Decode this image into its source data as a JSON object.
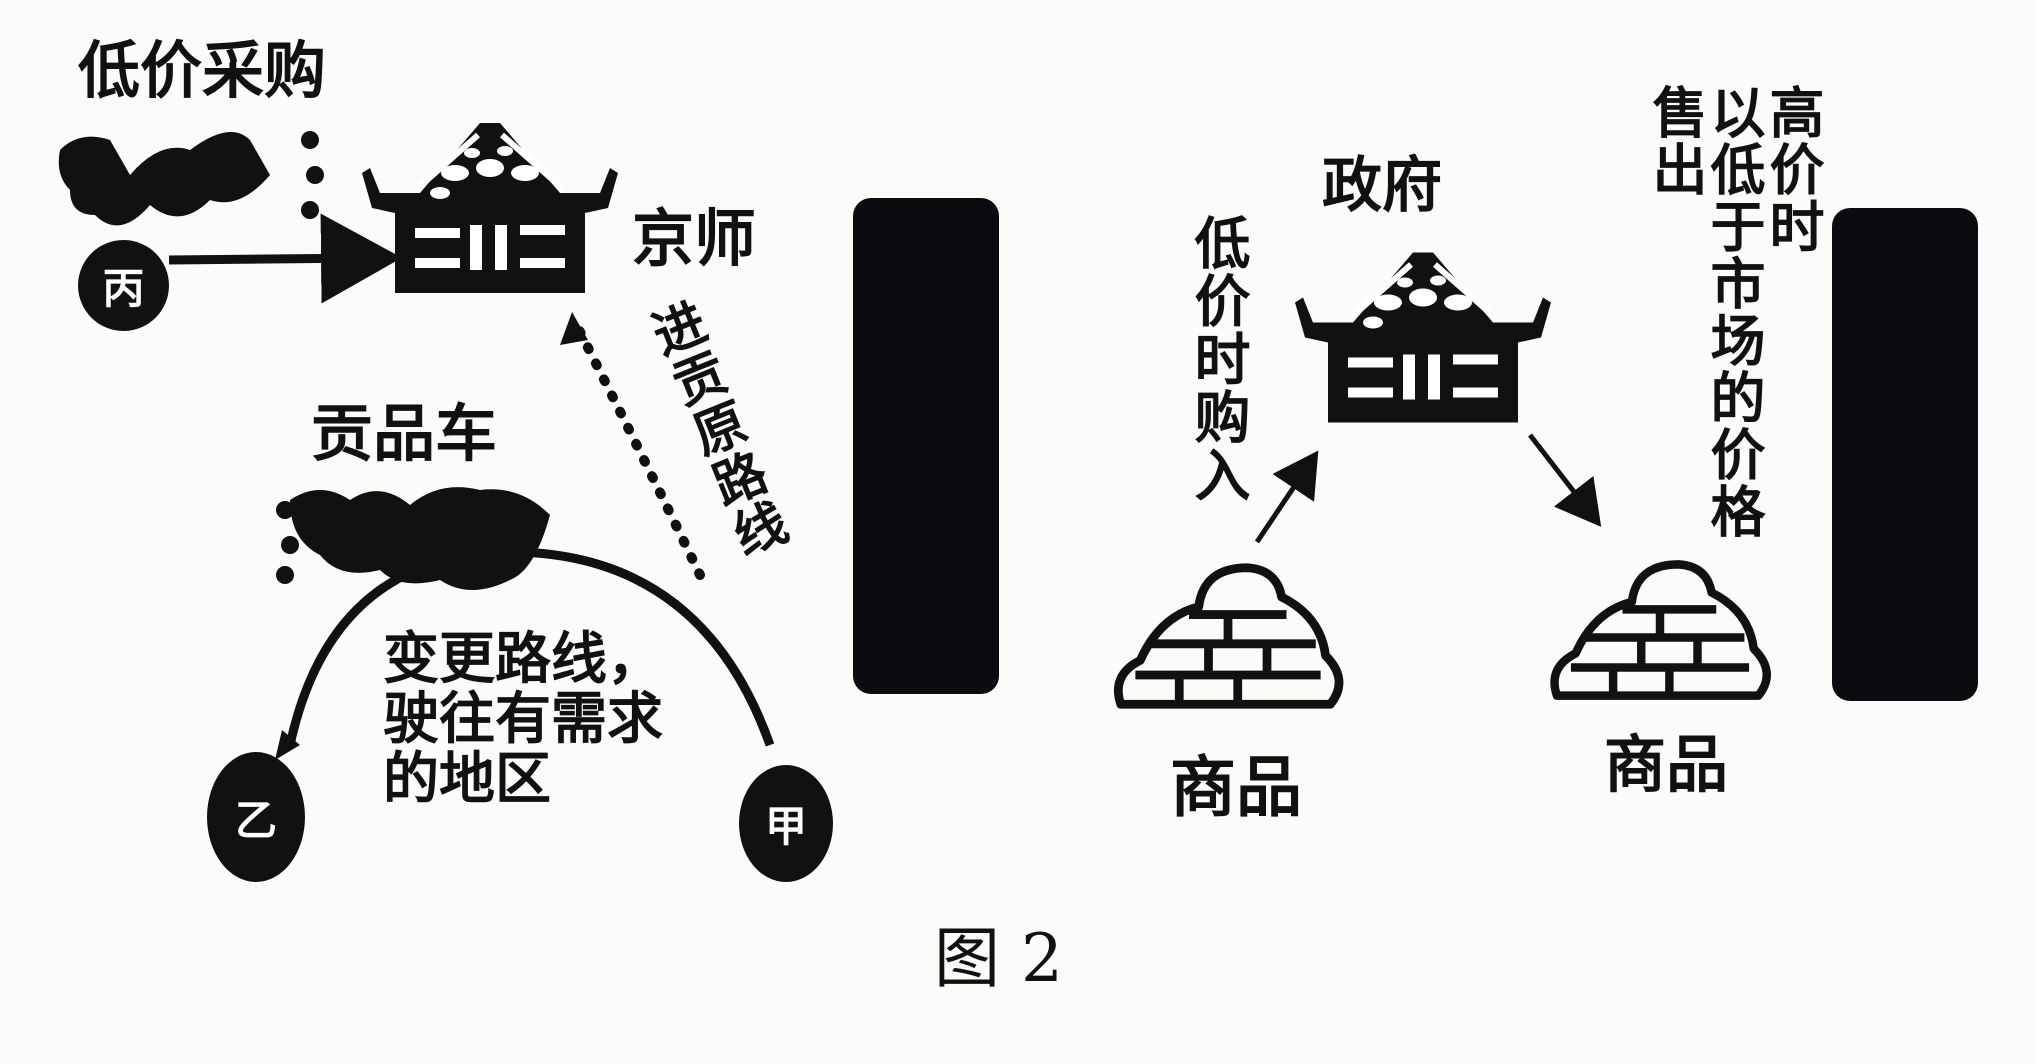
{
  "left_panel": {
    "low_price_purchase": "低价采购",
    "capital": "京师",
    "original_tribute_route": "进贡原路线",
    "tribute_cart": "贡品车",
    "change_route": [
      "变更路线，",
      "驶往有需求",
      "的地区"
    ],
    "place_bing": "丙",
    "place_yi": "乙",
    "place_jia": "甲"
  },
  "right_panel": {
    "government": "政府",
    "buy_when_low": "低价时购入",
    "sell_col1": "高价时",
    "sell_col2": "以低于市场的价格",
    "sell_col3": "售出",
    "goods_left": "商品",
    "goods_right": "商品"
  },
  "caption": "图 2"
}
